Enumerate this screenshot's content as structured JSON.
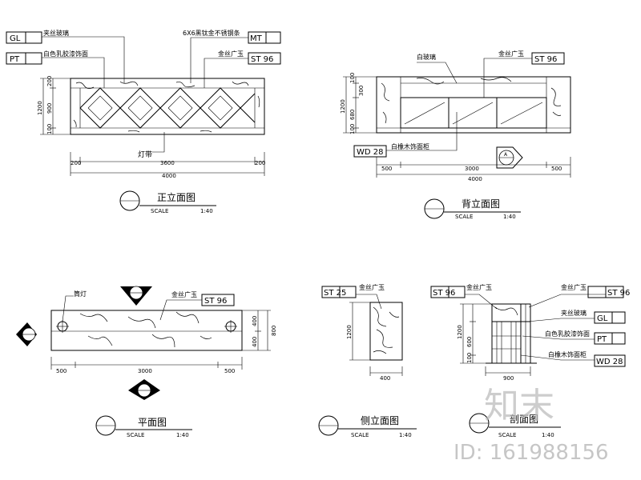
{
  "front_elevation": {
    "title": "正立面图",
    "scale_label": "SCALE",
    "scale_value": "1:40",
    "callouts": [
      {
        "tag": "GL",
        "text": "夹丝玻璃"
      },
      {
        "tag": "PT",
        "text": "白色乳胶漆饰面"
      },
      {
        "tag": "MT",
        "text": "6X6黑钛金不锈钢条"
      },
      {
        "tag": "ST 96",
        "text": "金丝广玉"
      }
    ],
    "bottom_note": "灯带",
    "dims_h": [
      "200",
      "3600",
      "200",
      "4000"
    ],
    "dims_v": [
      "200",
      "900",
      "100",
      "1200"
    ]
  },
  "back_elevation": {
    "title": "背立面图",
    "scale_label": "SCALE",
    "scale_value": "1:40",
    "callouts": [
      {
        "tag": "",
        "text": "白玻璃"
      },
      {
        "tag": "ST 96",
        "text": "金丝广玉"
      },
      {
        "tag": "WD 28",
        "text": "白橡木饰面柜"
      }
    ],
    "dims_h": [
      "500",
      "3000",
      "500",
      "4000"
    ],
    "dims_v": [
      "100",
      "300",
      "680",
      "100",
      "1200"
    ],
    "section_marker": "A"
  },
  "plan": {
    "title": "平面图",
    "scale_label": "SCALE",
    "scale_value": "1:40",
    "callouts": [
      {
        "tag": "",
        "text": "筒灯"
      },
      {
        "tag": "ST 96",
        "text": "金丝广玉"
      }
    ],
    "dims_h": [
      "500",
      "3000",
      "500"
    ],
    "dims_v": [
      "400",
      "400",
      "800"
    ]
  },
  "side_elevation": {
    "title": "侧立面图",
    "scale_label": "SCALE",
    "scale_value": "1:40",
    "callouts": [
      {
        "tag": "ST 25",
        "text": "金丝广玉"
      }
    ],
    "dims_h": [
      "400"
    ],
    "dims_v": [
      "1200"
    ]
  },
  "section": {
    "title": "剖面图",
    "scale_label": "SCALE",
    "scale_value": "1:40",
    "callouts": [
      {
        "tag": "ST 96",
        "text": "金丝广玉"
      },
      {
        "tag": "ST 96",
        "text": "金丝广玉"
      },
      {
        "tag": "GL",
        "text": "夹丝玻璃"
      },
      {
        "tag": "PT",
        "text": "白色乳胶漆饰面"
      },
      {
        "tag": "WD 28",
        "text": "白橡木饰面柜"
      }
    ],
    "dims_h": [
      "900"
    ],
    "dims_v": [
      "1200",
      "600",
      "100"
    ]
  },
  "watermark": {
    "logo": "知末",
    "id_text": "ID: 161988156"
  }
}
